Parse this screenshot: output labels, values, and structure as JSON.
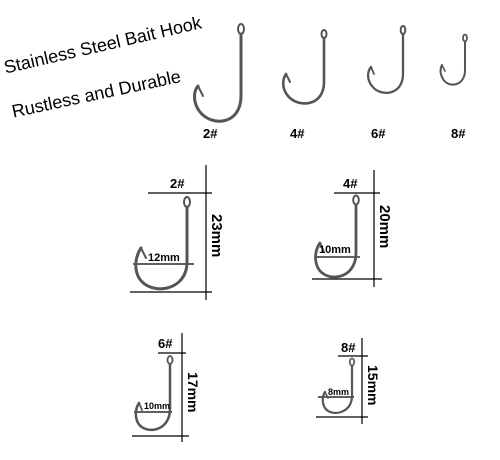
{
  "headline": {
    "line1": "Stainless Steel Bait Hook",
    "line2": "Rustless and Durable"
  },
  "top_row": [
    "2#",
    "4#",
    "6#",
    "8#"
  ],
  "hooks": [
    {
      "size": "2#",
      "length": "23mm",
      "gap": "12mm"
    },
    {
      "size": "4#",
      "length": "20mm",
      "gap": "10mm"
    },
    {
      "size": "6#",
      "length": "17mm",
      "gap": "10mm"
    },
    {
      "size": "8#",
      "length": "15mm",
      "gap": "8mm"
    }
  ]
}
